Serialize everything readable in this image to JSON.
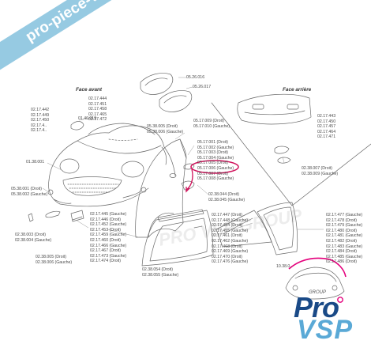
{
  "headers": {
    "front": "Face avant",
    "rear": "Face arrière"
  },
  "banner": "pro-piece-vsp.com",
  "watermark": "PRO VSP GROUP",
  "logo": {
    "group": "GROUP",
    "pro": "Pro",
    "vsp": "VSP",
    "accent_color": "#e4007c",
    "dark_blue": "#1a4a87",
    "light_blue": "#5aa9d6"
  },
  "labels": {
    "headlight_lens": [
      "05.26.016"
    ],
    "headlight_lens2": [
      "05.26.017"
    ],
    "top_left": [
      "02.17.442",
      "02.17.449",
      "02.17.450",
      "02.17.4..",
      "02.17.4.."
    ],
    "top_mid": [
      "02.17.444",
      "02.17.451",
      "02.17.458",
      "02.17.465",
      "02.17.472"
    ],
    "mirror": [
      "01.46.019"
    ],
    "grille": [
      "01.38.001"
    ],
    "fog_left": [
      "05.38.001 (Droit)",
      "05.38.002 (Gauche)"
    ],
    "signal_left": [
      "05.38.005 (Droit)",
      "05.38.006 (Gauche)"
    ],
    "signal_mid": [
      "05.17.009 (Droit)",
      "05.17.010 (Gauche)"
    ],
    "wing_parts": [
      "05.17.001 (Droit)",
      "05.17.002 (Gauche)",
      "05.17.003 (Droit)",
      "05.17.004 (Gauche)",
      "05.17.005 (Droit)",
      "05.17.006 (Gauche)",
      "05.17.007 (Droit)",
      "05.17.008 (Gauche)"
    ],
    "rear_right": [
      "02.17.443",
      "02.17.450",
      "02.17.457",
      "02.17.464",
      "02.17.471"
    ],
    "rear_reflector": [
      "02.38.007 (Droit)",
      "02.38.009 (Gauche)"
    ],
    "mid_sill": [
      "02.38.044 (Droit)",
      "02.38.045 (Gauche)"
    ],
    "door_front": [
      "02.17.445 (Gauche)",
      "02.17.446 (Droit)",
      "02.17.452 (Gauche)",
      "02.17.453 (Droit)",
      "02.17.459 (Gauche)",
      "02.17.460 (Droit)",
      "02.17.466 (Gauche)",
      "02.17.467 (Droit)",
      "02.17.473 (Gauche)",
      "02.17.474 (Droit)"
    ],
    "door_mid": [
      "02.17.447 (Droit)",
      "02.17.448 (Gauche)",
      "02.17.454 (Droit)",
      "02.17.455 (Gauche)",
      "02.17.461 (Droit)",
      "02.17.462 (Gauche)",
      "02.17.468 (Droit)",
      "02.17.469 (Gauche)",
      "02.17.470 (Droit)",
      "02.17.476 (Gauche)"
    ],
    "door_rear": [
      "02.17.477 (Gauche)",
      "02.17.478 (Droit)",
      "02.17.479 (Gauche)",
      "02.17.480 (Droit)",
      "02.17.481 (Gauche)",
      "02.17.482 (Droit)",
      "02.17.483 (Gauche)",
      "02.17.484 (Droit)",
      "02.17.485 (Gauche)",
      "02.17.486 (Droit)"
    ],
    "bottom_left1": [
      "02.38.003 (Droit)",
      "02.38.004 (Gauche)"
    ],
    "bottom_left2": [
      "02.38.005 (Droit)",
      "02.38.006 (Gauche)"
    ],
    "bottom_door": [
      "02.38.054 (Droit)",
      "02.38.055 (Gauche)"
    ],
    "bottom_right": [
      "10.38.0.."
    ]
  }
}
